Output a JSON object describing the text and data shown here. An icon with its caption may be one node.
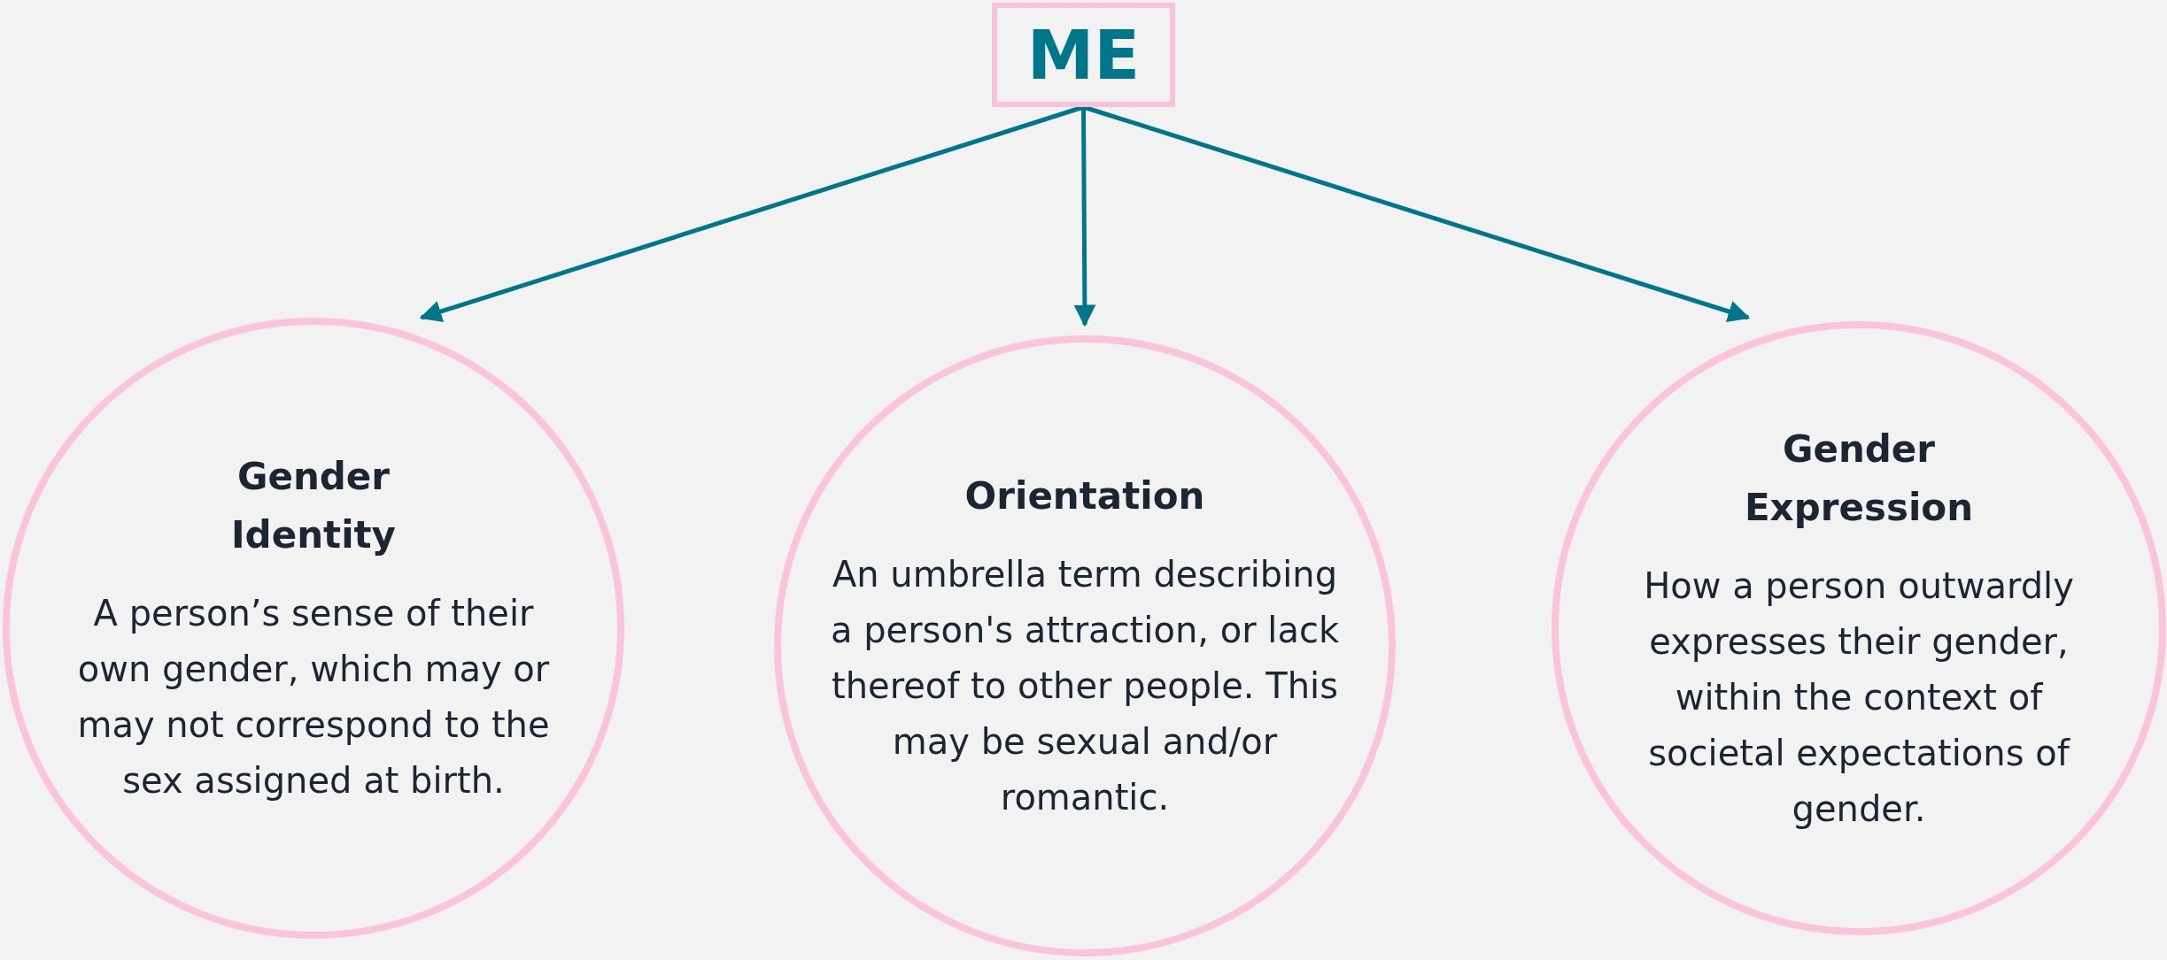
{
  "diagram": {
    "nodes": [
      {
        "text": [
          "ME"
        ]
      },
      {
        "text": [
          "Gender Identity",
          "A person’s sense of their own gender, which may or may not correspond to the sex assigned at birth."
        ]
      },
      {
        "text": [
          "Orientation",
          "An umbrella term describing a person's attraction, or lack thereof to other people. This may be sexual and/or romantic."
        ]
      },
      {
        "text": [
          "Gender Expression",
          "How a person outwardly expresses their gender, within the context of societal expectations of gender."
        ]
      }
    ],
    "edges": [
      {
        "from": 0,
        "to": 1,
        "arrow": "to"
      },
      {
        "from": 0,
        "to": 2,
        "arrow": "to"
      },
      {
        "from": 0,
        "to": 3,
        "arrow": "to"
      }
    ]
  }
}
